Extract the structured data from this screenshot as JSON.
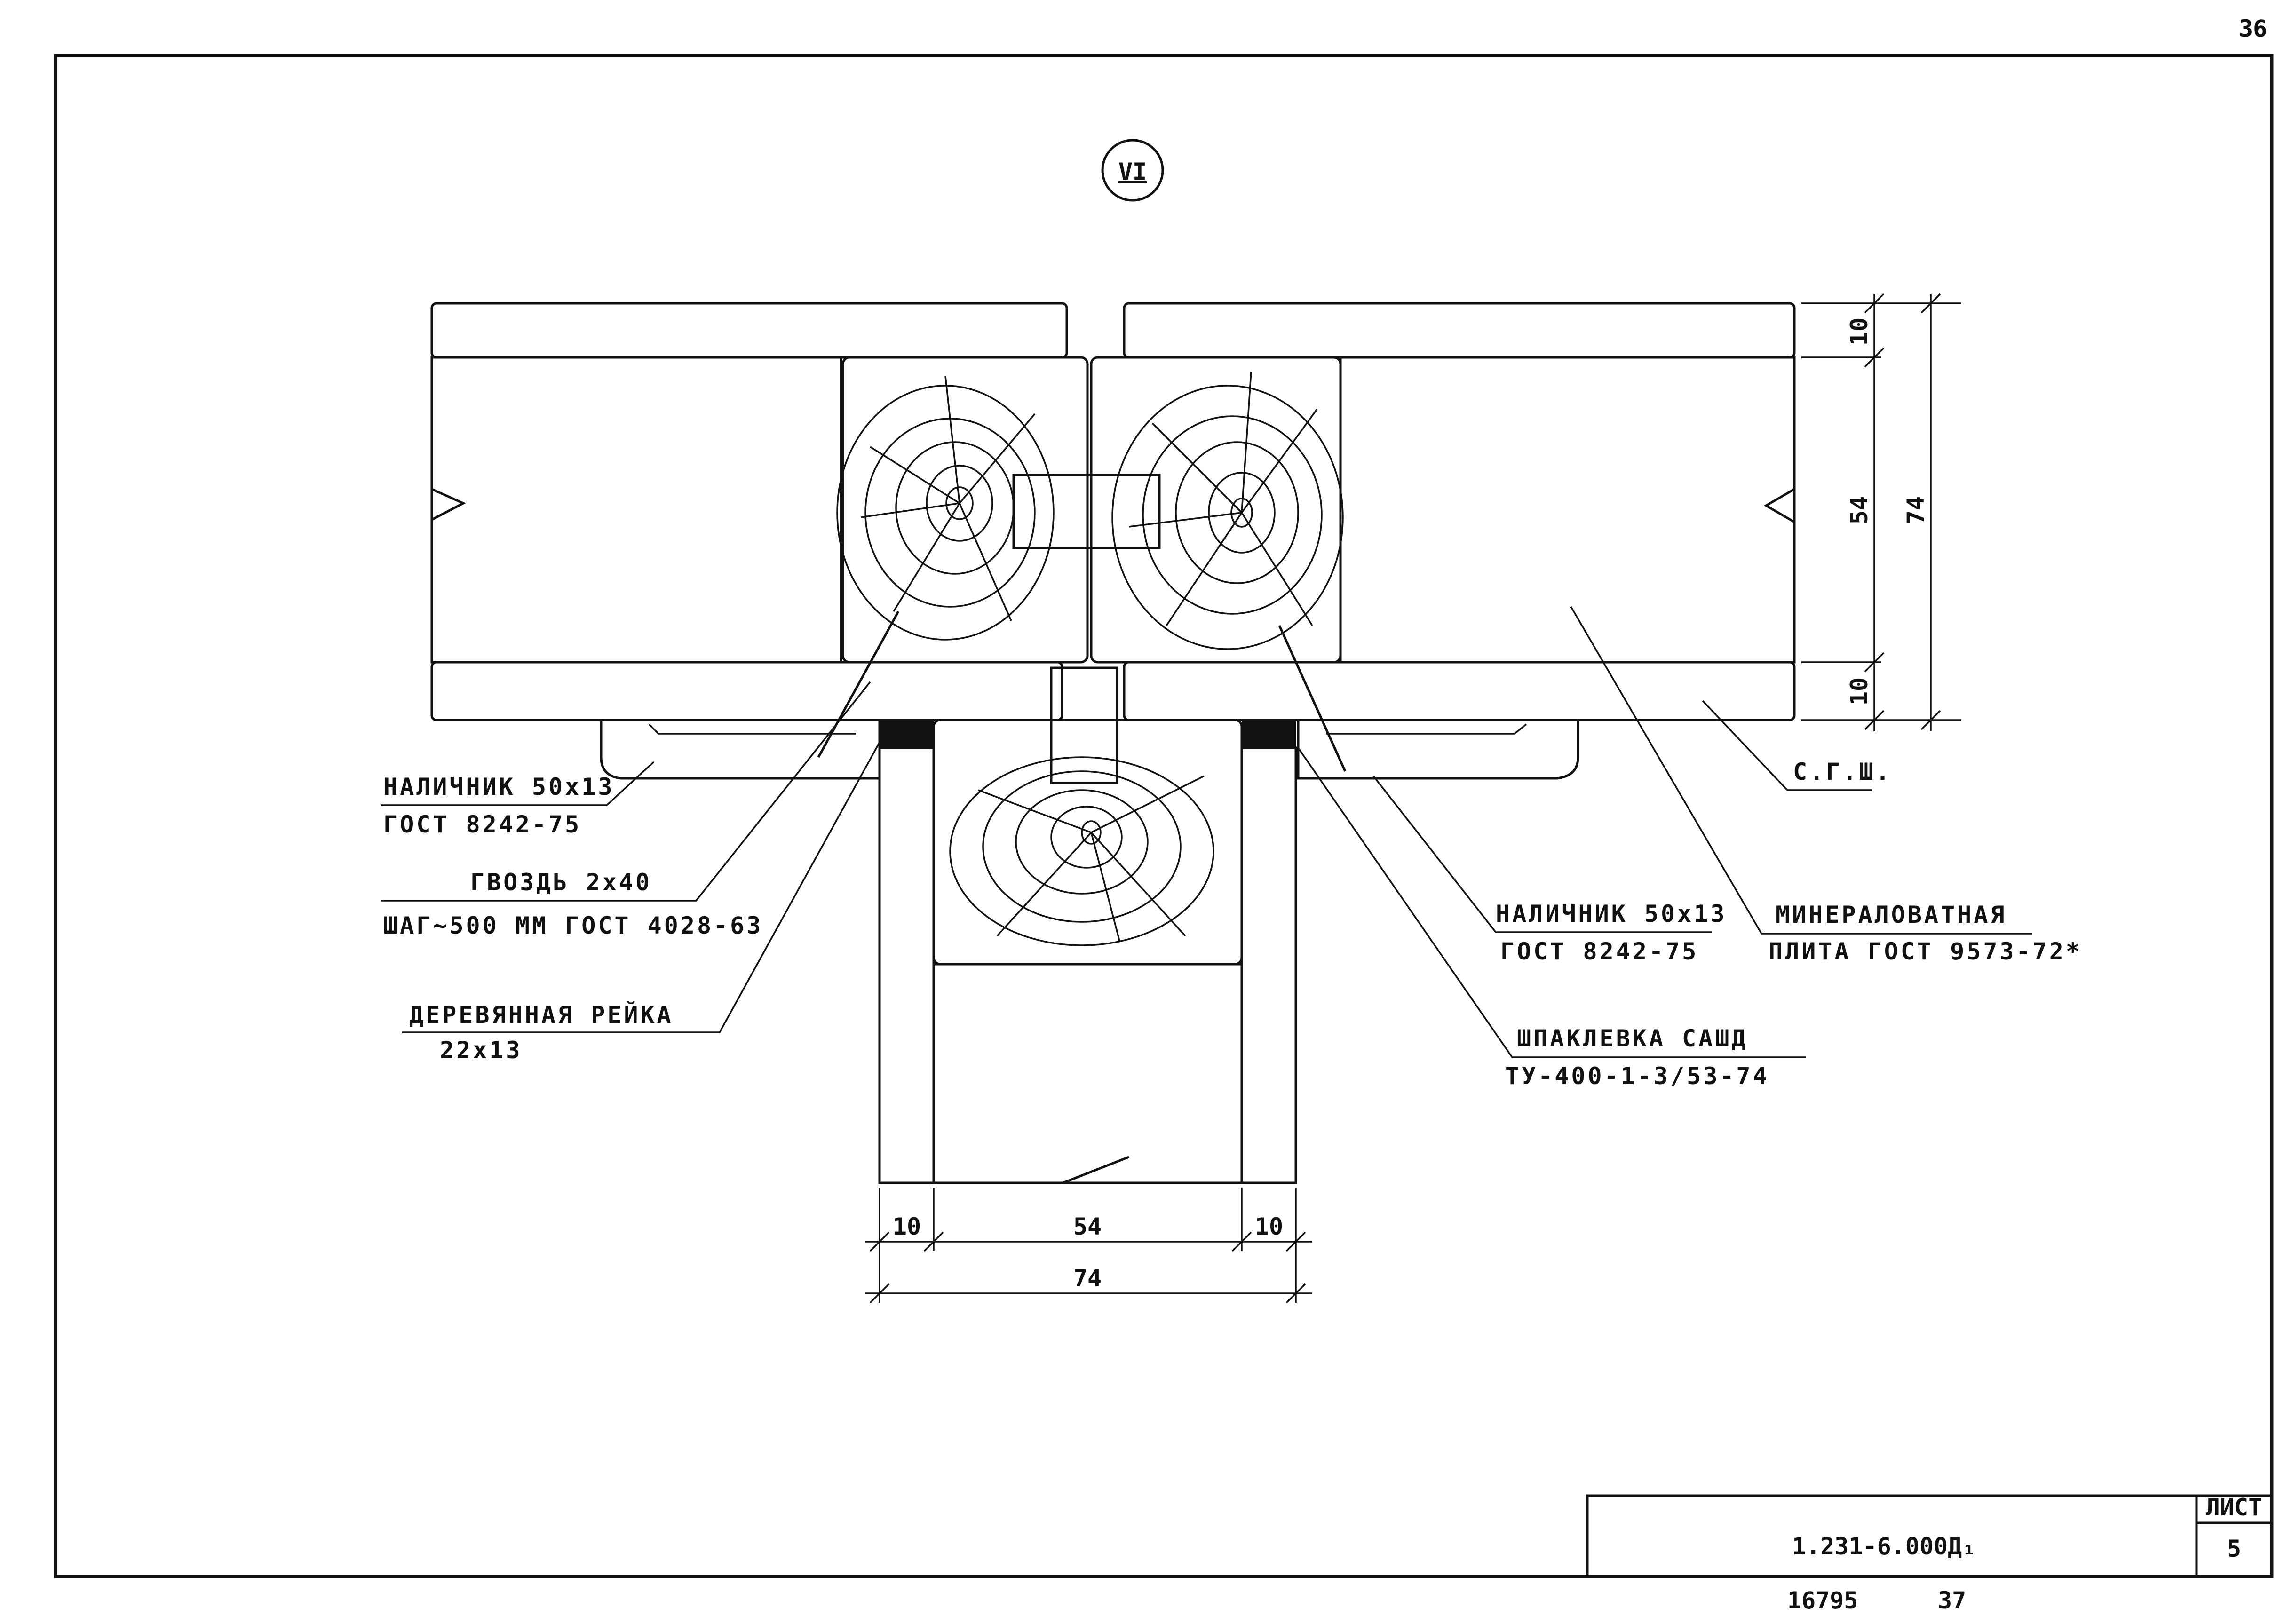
{
  "sheet": {
    "page_corner_number": "36",
    "detail_mark": "VI",
    "drawing_code": "1.231-6.000Д₁",
    "sheet_label": "ЛИСТ",
    "sheet_number": "5",
    "archive_number": "16795",
    "archive_suffix": "37"
  },
  "callouts": {
    "casing_left": {
      "line1": "НАЛИЧНИК 50х13",
      "line2": "ГОСТ 8242-75"
    },
    "nail": {
      "line1": "ГВОЗДЬ 2х40",
      "line2": "ШАГ~500 ММ ГОСТ 4028-63"
    },
    "batten": {
      "line1": "ДЕРЕВЯННАЯ РЕЙКА",
      "line2": "22х13"
    },
    "casing_right": {
      "line1": "НАЛИЧНИК 50х13",
      "line2": "ГОСТ 8242-75"
    },
    "sealant": {
      "line1": "ШПАКЛЕВКА САШД",
      "line2": "ТУ-400-1-3/53-74"
    },
    "mineral_wool": {
      "line1": "МИНЕРАЛОВАТНАЯ",
      "line2": "ПЛИТА ГОСТ 9573-72*"
    },
    "gypsum_board": {
      "line1": "С.Г.Ш."
    }
  },
  "dimensions": {
    "right_top_skin": "10",
    "right_core": "54",
    "right_bottom_skin": "10",
    "right_total": "74",
    "bottom_left_skin": "10",
    "bottom_core": "54",
    "bottom_right_skin": "10",
    "bottom_total": "74"
  }
}
